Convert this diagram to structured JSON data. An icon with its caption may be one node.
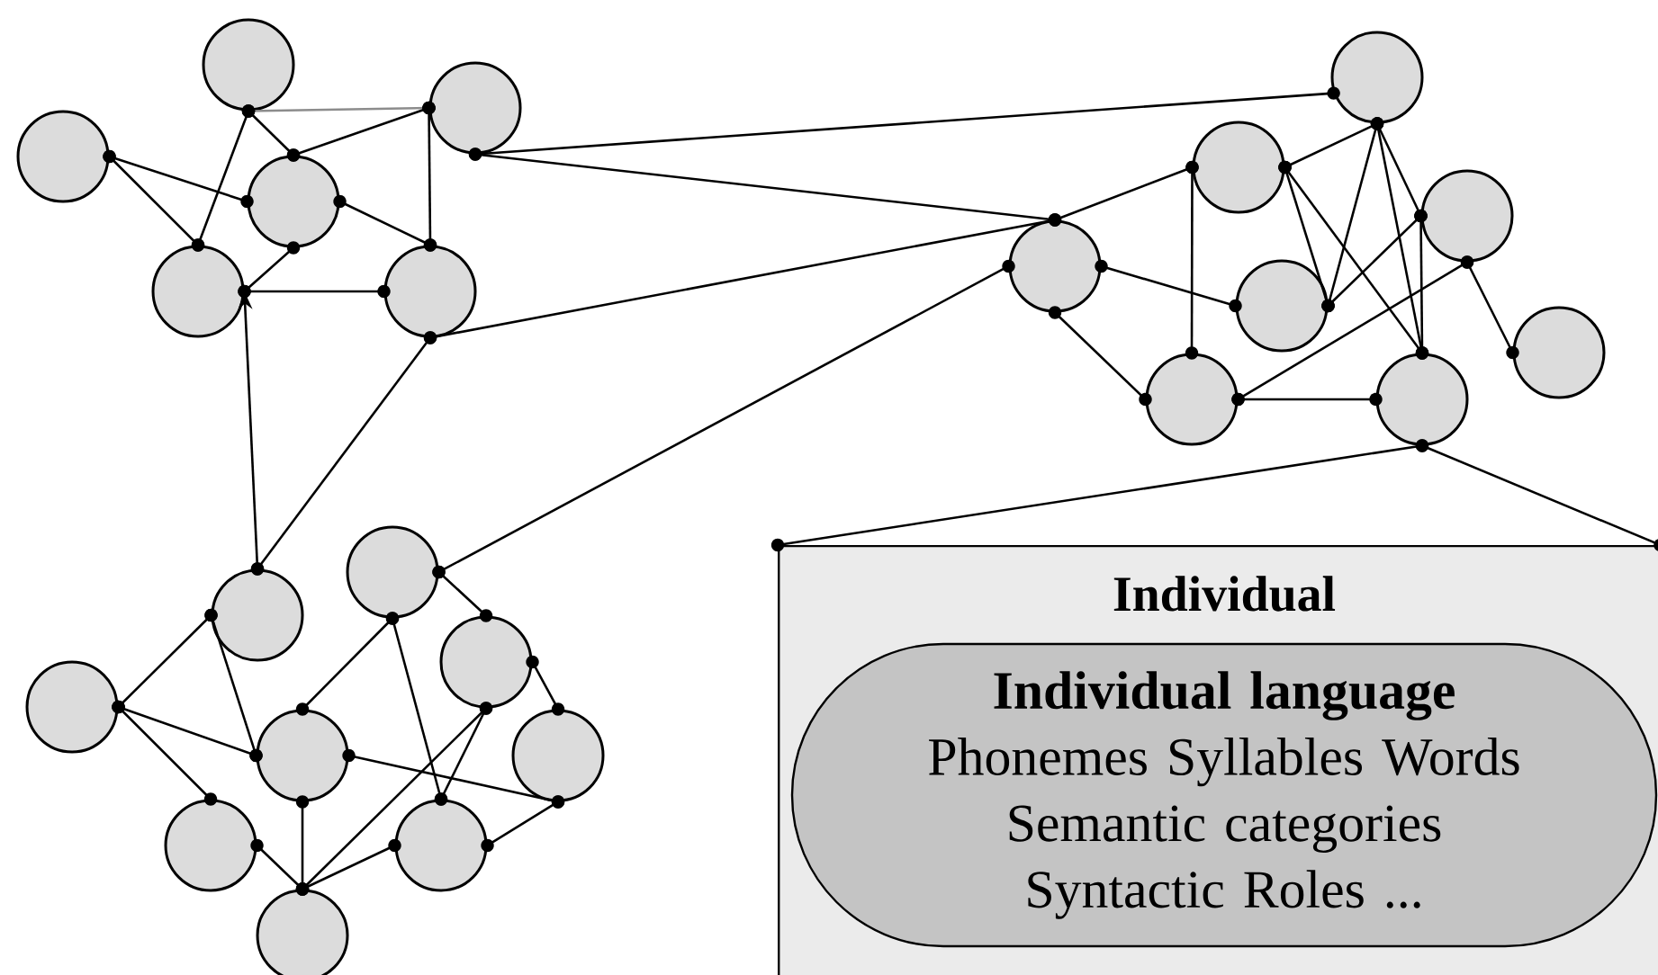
{
  "diagram": {
    "nodes": [
      {
        "text": [],
        "shape": "circle"
      },
      {
        "text": [],
        "shape": "circle"
      },
      {
        "text": [],
        "shape": "circle"
      },
      {
        "text": [],
        "shape": "circle"
      },
      {
        "text": [],
        "shape": "circle"
      },
      {
        "text": [],
        "shape": "circle"
      },
      {
        "text": [],
        "shape": "circle"
      },
      {
        "text": [],
        "shape": "circle"
      },
      {
        "text": [],
        "shape": "circle"
      },
      {
        "text": [],
        "shape": "circle"
      },
      {
        "text": [],
        "shape": "circle"
      },
      {
        "text": [],
        "shape": "circle"
      },
      {
        "text": [],
        "shape": "circle"
      },
      {
        "text": [],
        "shape": "circle"
      },
      {
        "text": [],
        "shape": "circle"
      },
      {
        "text": [],
        "shape": "circle"
      },
      {
        "text": [],
        "shape": "circle"
      },
      {
        "text": [],
        "shape": "circle"
      },
      {
        "text": [],
        "shape": "circle"
      },
      {
        "text": [],
        "shape": "circle"
      },
      {
        "text": [],
        "shape": "circle"
      },
      {
        "text": [],
        "shape": "circle"
      },
      {
        "text": [],
        "shape": "circle"
      },
      {
        "text": [
          "Individual"
        ]
      },
      {
        "text": [
          "Individual language",
          "Phonemes Syllables Words Semantic categories Syntactic Roles ..."
        ],
        "in": 23
      }
    ],
    "edges": [
      {
        "from": 0,
        "to": 2,
        "arrow": "other",
        "color": "#8c8c8c"
      },
      {
        "from": 0,
        "to": 4,
        "arrow": "other"
      },
      {
        "from": 0,
        "to": 3,
        "arrow": "other"
      },
      {
        "from": 1,
        "to": 3,
        "arrow": "other"
      },
      {
        "from": 1,
        "to": 4,
        "arrow": "other"
      },
      {
        "from": 2,
        "to": 3,
        "arrow": "other"
      },
      {
        "from": 2,
        "to": 5,
        "arrow": "other"
      },
      {
        "from": 3,
        "to": 5,
        "arrow": "other"
      },
      {
        "from": 3,
        "to": 4,
        "arrow": "other"
      },
      {
        "from": 4,
        "to": 5,
        "arrow": "other"
      },
      {
        "from": 2,
        "to": 8,
        "arrow": "other"
      },
      {
        "from": 2,
        "to": 6,
        "arrow": "other"
      },
      {
        "from": 5,
        "to": 6,
        "arrow": "other"
      },
      {
        "from": 6,
        "to": 7,
        "arrow": "other"
      },
      {
        "from": 6,
        "to": 10,
        "arrow": "other"
      },
      {
        "from": 6,
        "to": 11,
        "arrow": "other"
      },
      {
        "from": 7,
        "to": 11,
        "arrow": "other"
      },
      {
        "from": 7,
        "to": 8,
        "arrow": "other"
      },
      {
        "from": 7,
        "to": 10,
        "arrow": "other"
      },
      {
        "from": 7,
        "to": 12,
        "arrow": "other"
      },
      {
        "from": 8,
        "to": 10,
        "arrow": "other"
      },
      {
        "from": 8,
        "to": 9,
        "arrow": "other"
      },
      {
        "from": 8,
        "to": 12,
        "arrow": "other"
      },
      {
        "from": 9,
        "to": 10,
        "arrow": "other"
      },
      {
        "from": 9,
        "to": 12,
        "arrow": "other"
      },
      {
        "from": 9,
        "to": 11,
        "arrow": "other"
      },
      {
        "from": 9,
        "to": 13,
        "arrow": "other"
      },
      {
        "from": 11,
        "to": 12,
        "arrow": "other"
      },
      {
        "from": 12,
        "to": 23,
        "arrow": "other"
      },
      {
        "from": 12,
        "to": 23,
        "arrow": "other"
      },
      {
        "from": 14,
        "to": 4,
        "arrow": "to"
      },
      {
        "from": 14,
        "to": 5,
        "arrow": "other"
      },
      {
        "from": 15,
        "to": 6,
        "arrow": "other"
      },
      {
        "from": 14,
        "to": 16,
        "arrow": "other"
      },
      {
        "from": 14,
        "to": 18,
        "arrow": "other"
      },
      {
        "from": 16,
        "to": 18,
        "arrow": "other"
      },
      {
        "from": 16,
        "to": 20,
        "arrow": "other"
      },
      {
        "from": 15,
        "to": 17,
        "arrow": "other"
      },
      {
        "from": 15,
        "to": 18,
        "arrow": "other"
      },
      {
        "from": 15,
        "to": 21,
        "arrow": "other"
      },
      {
        "from": 17,
        "to": 19,
        "arrow": "other"
      },
      {
        "from": 17,
        "to": 21,
        "arrow": "other"
      },
      {
        "from": 17,
        "to": 22,
        "arrow": "other"
      },
      {
        "from": 18,
        "to": 19,
        "arrow": "other"
      },
      {
        "from": 18,
        "to": 22,
        "arrow": "other"
      },
      {
        "from": 20,
        "to": 22,
        "arrow": "other"
      },
      {
        "from": 21,
        "to": 22,
        "arrow": "other"
      },
      {
        "from": 21,
        "to": 19,
        "arrow": "other"
      }
    ]
  }
}
